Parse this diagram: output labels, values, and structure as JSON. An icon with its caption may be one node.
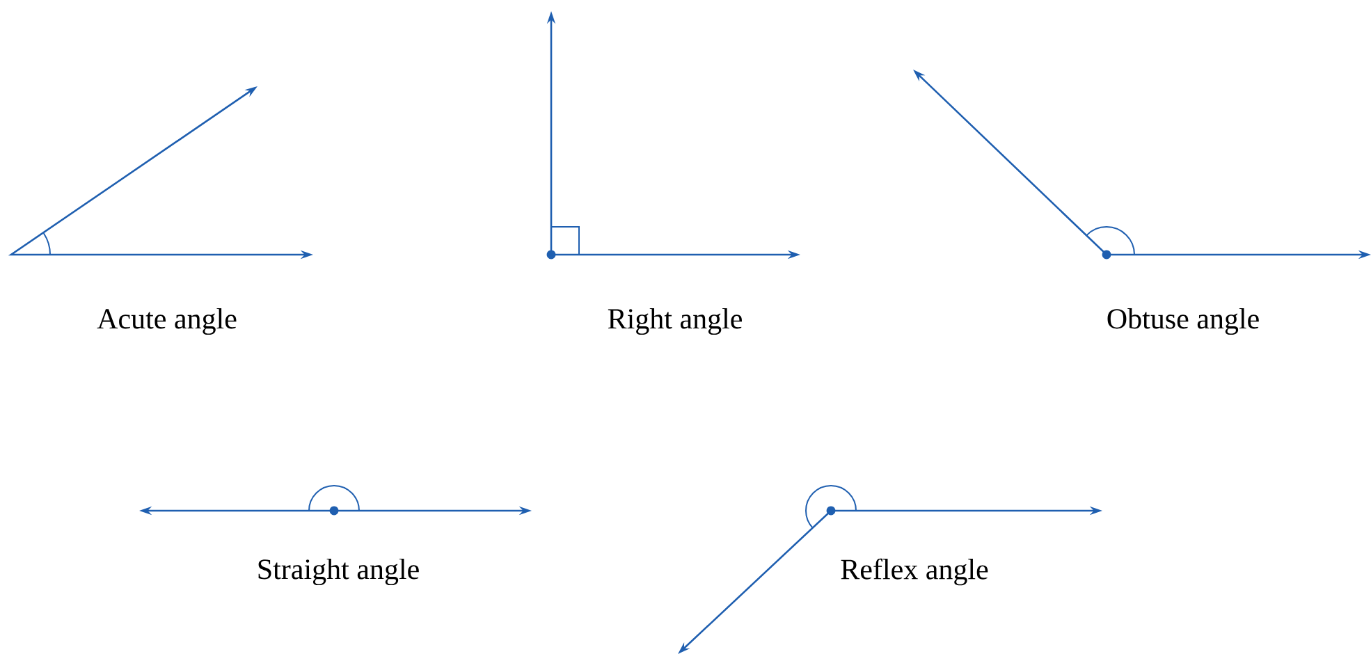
{
  "diagram": {
    "labels": [
      "Acute angle",
      "Right angle",
      "Obtuse angle",
      "Straight angle",
      "Reflex angle"
    ]
  }
}
